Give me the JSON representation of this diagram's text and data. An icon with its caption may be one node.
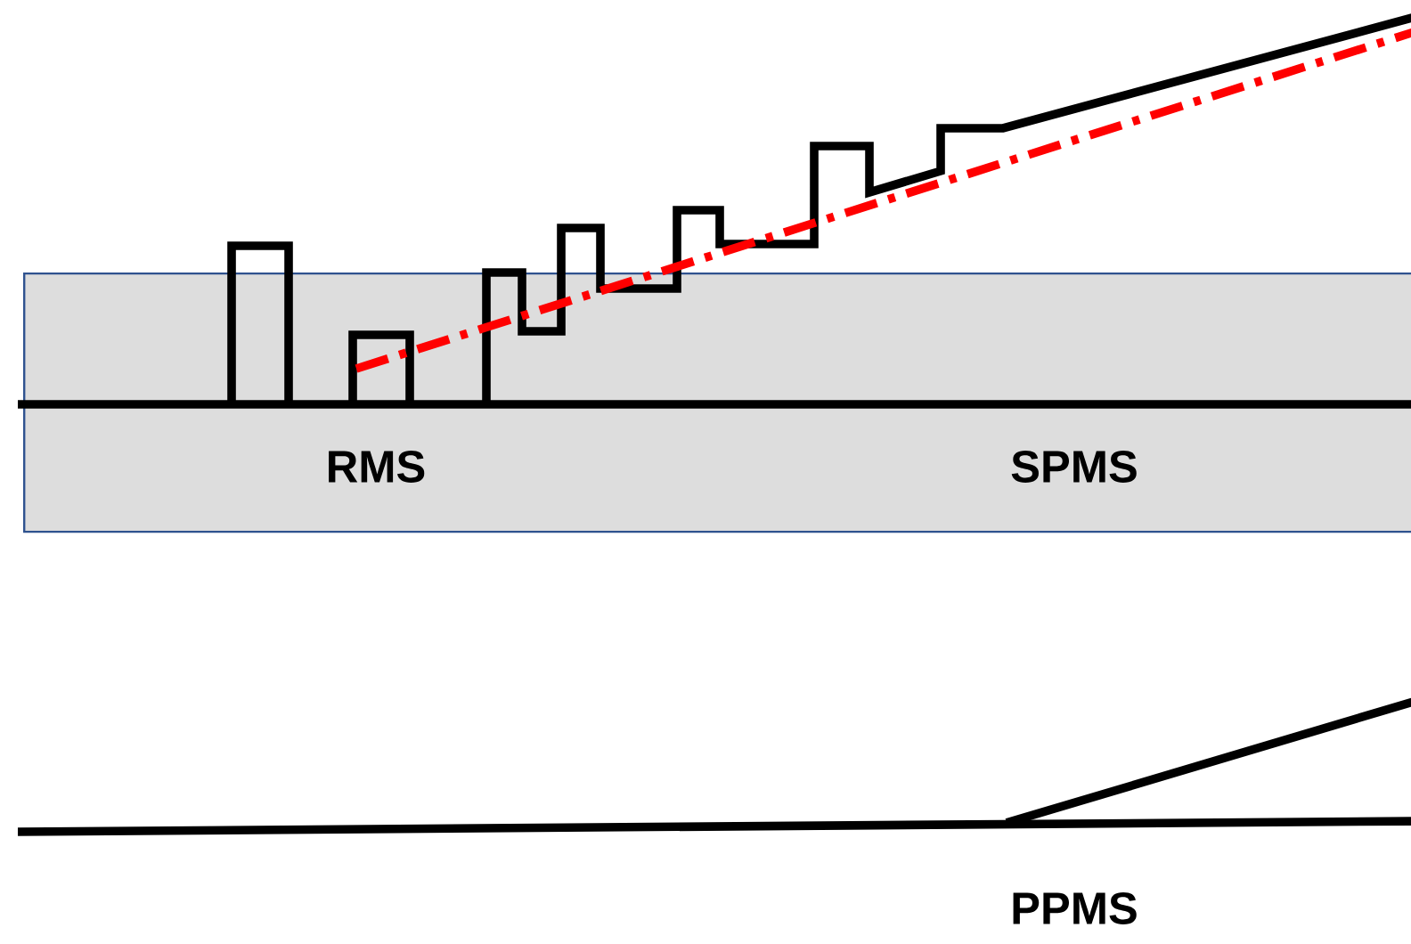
{
  "diagram": {
    "nodes": [
      {
        "text": [
          "RMS",
          "SPMS"
        ]
      }
    ],
    "labels": [
      "PPMS"
    ]
  }
}
